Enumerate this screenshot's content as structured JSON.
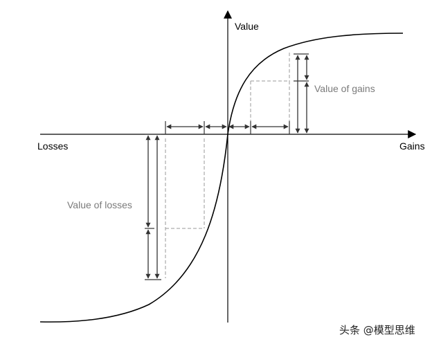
{
  "labels": {
    "y_axis": "Value",
    "x_left": "Losses",
    "x_right": "Gains",
    "gains_annotation": "Value of gains",
    "losses_annotation": "Value of losses"
  },
  "watermark": "头条 @模型思维",
  "colors": {
    "curve": "#000000",
    "axis": "#000000",
    "arrow": "#333333",
    "dashed": "#9a9a9a",
    "annotation_text": "#7a7a7a"
  }
}
